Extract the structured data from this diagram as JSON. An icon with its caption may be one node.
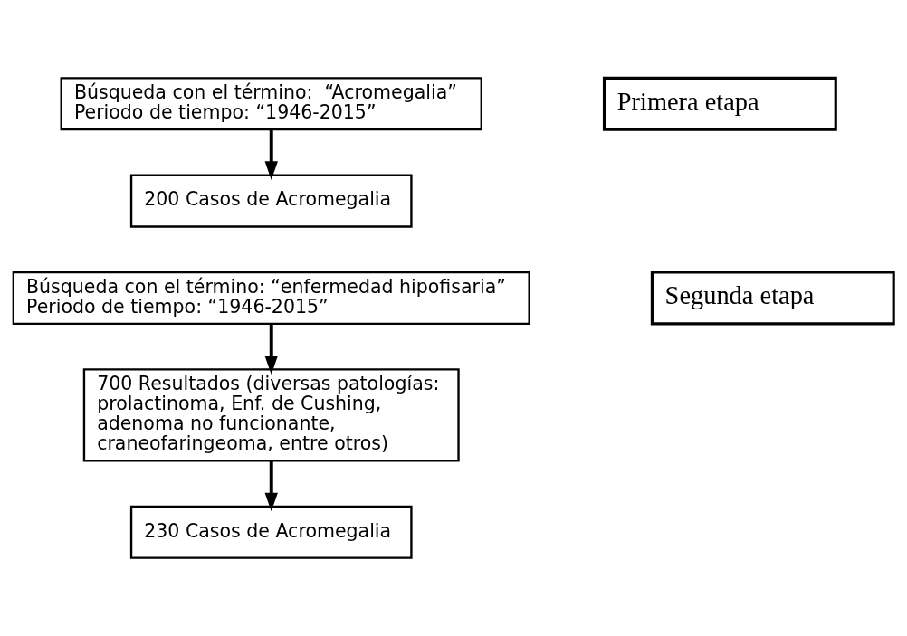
{
  "diagram": {
    "nodes": [
      {
        "text": [
          "Búsqueda con el término:  “Acromegalia”",
          "Periodo de tiempo: “1946-2015”"
        ]
      },
      {
        "text": [
          "200 Casos de Acromegalia"
        ]
      },
      {
        "text": [
          "Búsqueda con el término: “enfermedad hipofisaria”",
          "Periodo de tiempo: “1946-2015”"
        ]
      },
      {
        "text": [
          "700 Resultados (diversas patologías: prolactinoma, Enf. de Cushing, adenoma no funcionante, craneofaringeoma, entre otros)"
        ]
      },
      {
        "text": [
          "230 Casos de Acromegalia"
        ]
      },
      {
        "text": [
          "Primera etapa"
        ]
      },
      {
        "text": [
          "Segunda etapa"
        ]
      }
    ],
    "edges": [
      {
        "from": 0,
        "to": 1,
        "arrow": "to"
      },
      {
        "from": 2,
        "to": 3,
        "arrow": "to"
      },
      {
        "from": 3,
        "to": 4,
        "arrow": "to"
      }
    ]
  }
}
